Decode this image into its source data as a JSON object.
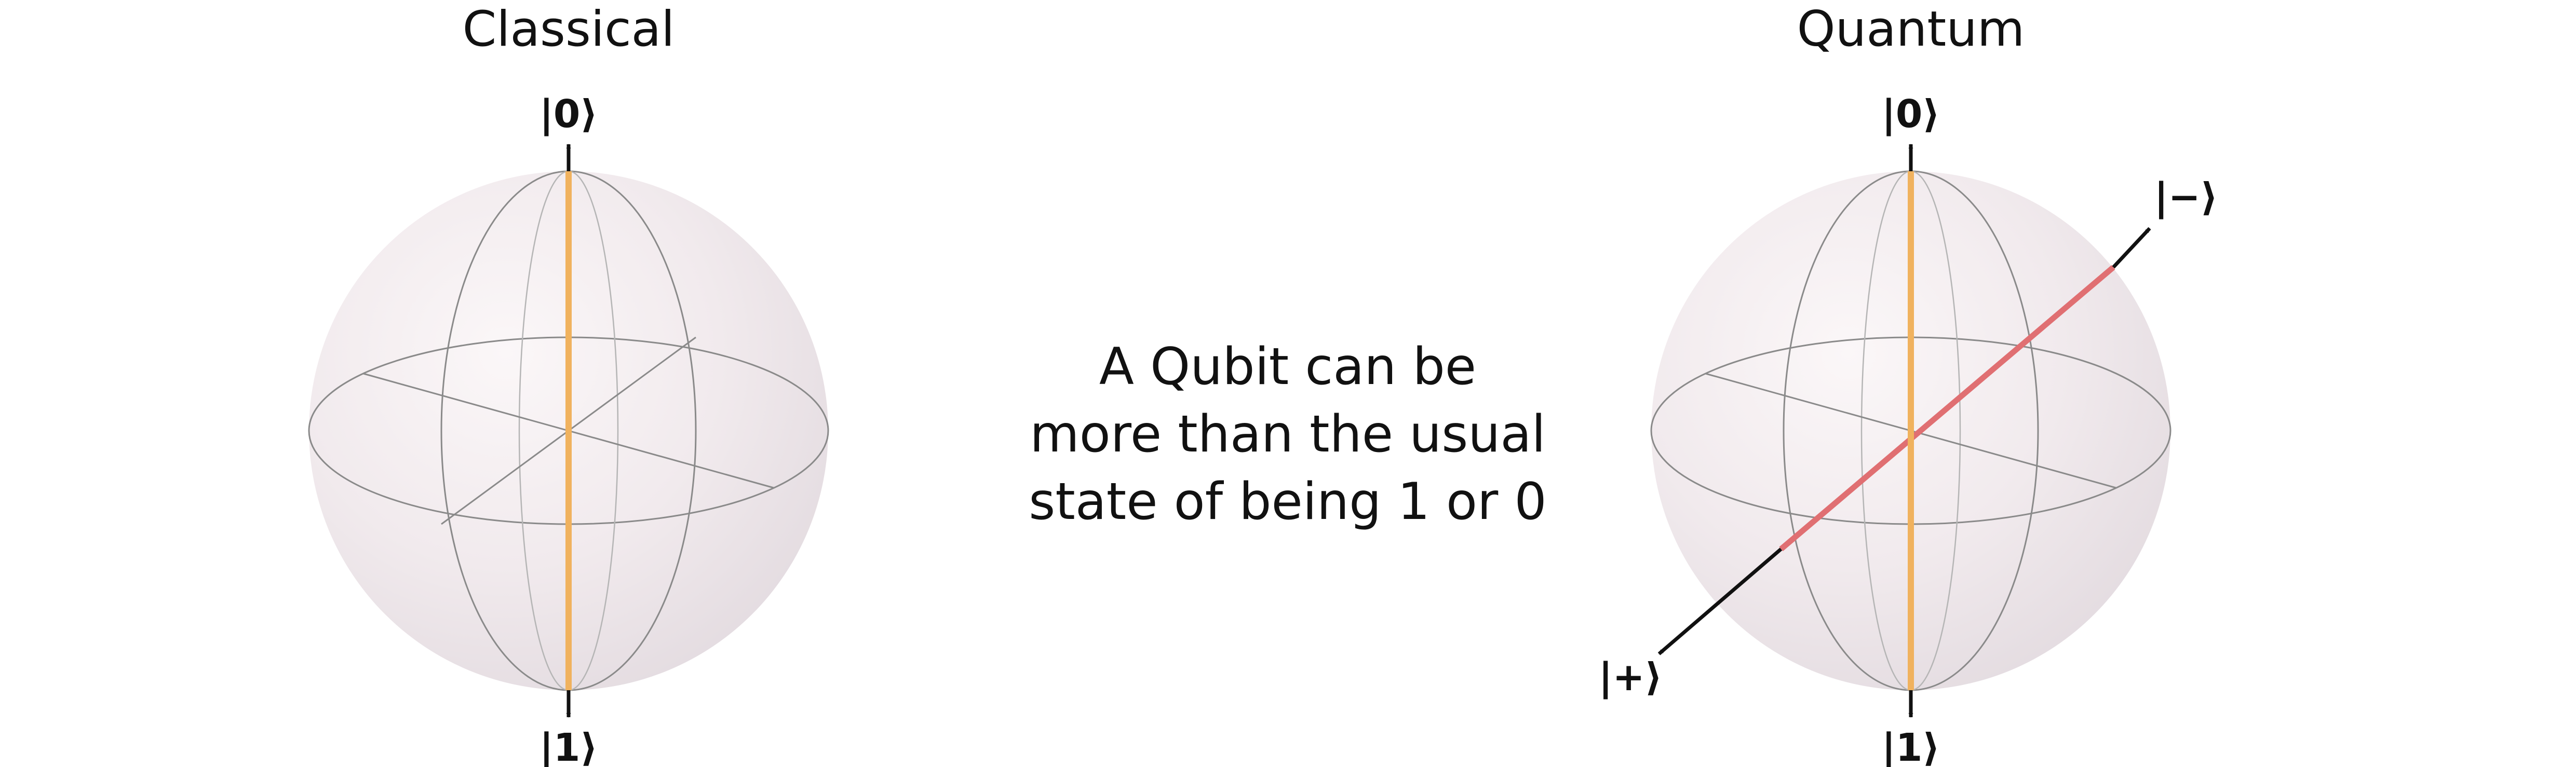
{
  "spheres": {
    "classical": {
      "title": "Classical",
      "top_label": "|0⟩",
      "bottom_label": "|1⟩"
    },
    "quantum": {
      "title": "Quantum",
      "top_label": "|0⟩",
      "bottom_label": "|1⟩",
      "minus_label": "|−⟩",
      "plus_label": "|+⟩"
    }
  },
  "caption": {
    "line1": "A Qubit can be",
    "line2": "more than the usual",
    "line3": "state of being 1 or 0"
  },
  "colors": {
    "sphere_fill": "#f3ecef",
    "sphere_shade": "#e4dde1",
    "vertical_axis": "#f0b25e",
    "diagonal_axis": "#e06f72",
    "arrow": "#111111"
  }
}
